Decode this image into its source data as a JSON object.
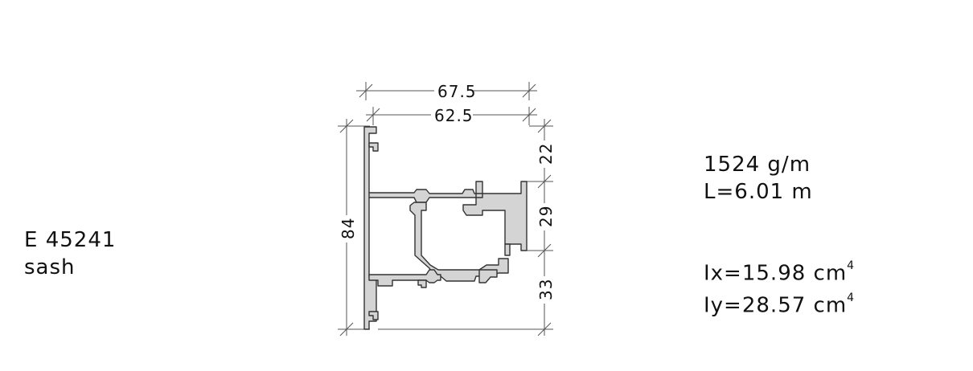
{
  "profile": {
    "code": "E 45241",
    "name": "sash"
  },
  "properties": {
    "weight": "1524 g/m",
    "length": "L=6.01 m",
    "ix_text": "Ix=15.98 cm",
    "ix_exp": "4",
    "iy_text": "Iy=28.57 cm",
    "iy_exp": "4"
  },
  "dimensions": {
    "overall_width": "67.5",
    "inner_width": "62.5",
    "height": "84",
    "seg_top": "22",
    "seg_mid": "29",
    "seg_bottom": "33"
  }
}
